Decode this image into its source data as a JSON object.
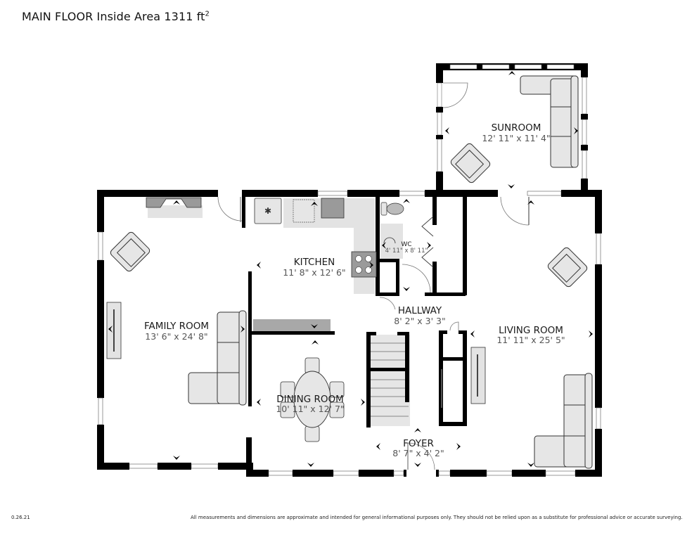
{
  "header": {
    "title": "MAIN FLOOR Inside Area 1311 ft",
    "title_sup": "2"
  },
  "footer": {
    "version": "0.26.21",
    "disclaimer": "All measurements and dimensions are approximate and intended for general informational purposes only. They should not be relied upon as a substitute for professional advice or accurate surveying."
  },
  "rooms": {
    "sunroom": {
      "name": "SUNROOM",
      "dims": "12' 11\" x 11' 4\""
    },
    "kitchen": {
      "name": "KITCHEN",
      "dims": "11' 8\" x 12' 6\""
    },
    "wc": {
      "name": "WC",
      "dims": "4' 11\" x 8' 11\""
    },
    "hallway": {
      "name": "HALLWAY",
      "dims": "8' 2\" x 3' 3\""
    },
    "family_room": {
      "name": "FAMILY ROOM",
      "dims": "13' 6\" x 24' 8\""
    },
    "living_room": {
      "name": "LIVING ROOM",
      "dims": "11' 11\" x 25' 5\""
    },
    "dining_room": {
      "name": "DINING ROOM",
      "dims": "10' 11\" x 12' 7\""
    },
    "foyer": {
      "name": "FOYER",
      "dims": "8' 7\" x 4' 2\""
    }
  },
  "colors": {
    "wall": "#000000",
    "furniture_fill": "#e6e6e6",
    "counter_fill": "#e3e3e3",
    "appliance_fill": "#9a9a9a",
    "window_fill": "#ffffff"
  }
}
